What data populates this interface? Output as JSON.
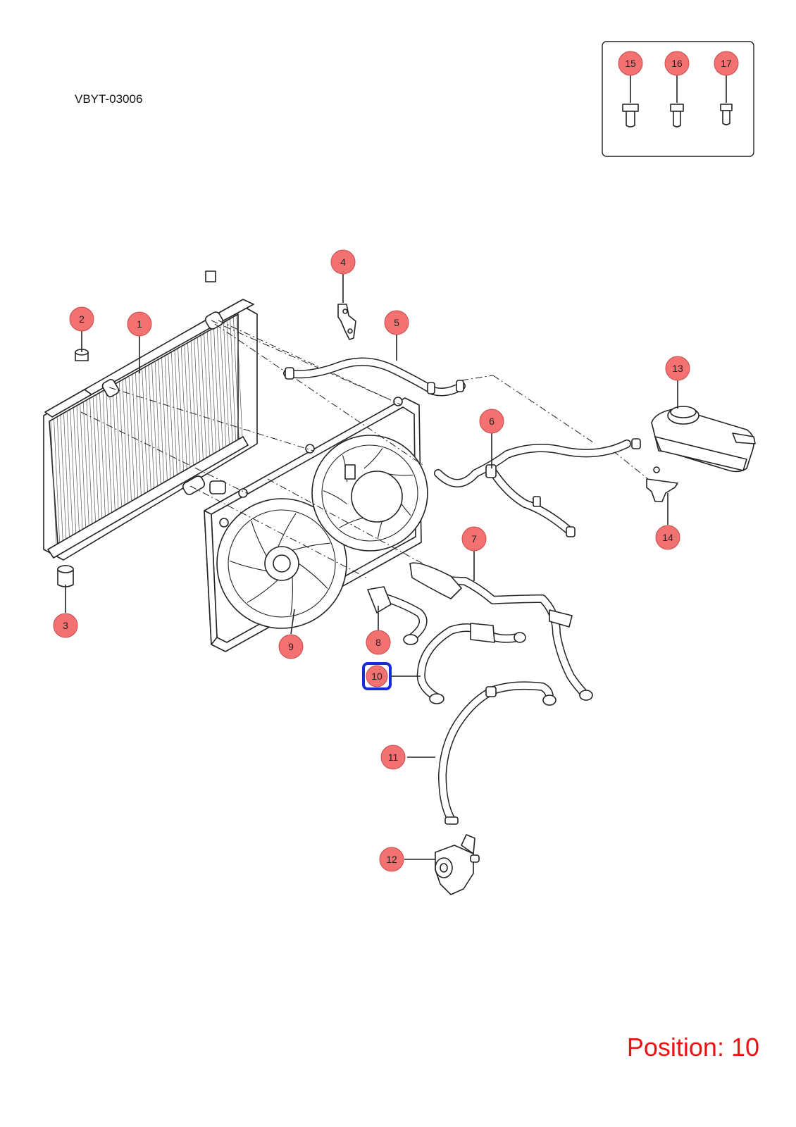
{
  "diagram_code": "VBYT-03006",
  "position_text": "Position: 10",
  "selected_callout": "10",
  "colors": {
    "callout_fill": "#f47171",
    "highlight": "#1a2bd6",
    "position_text": "#ee1111"
  },
  "callouts": [
    "1",
    "2",
    "3",
    "4",
    "5",
    "6",
    "7",
    "8",
    "9",
    "10",
    "11",
    "12",
    "13",
    "14",
    "15",
    "16",
    "17"
  ]
}
